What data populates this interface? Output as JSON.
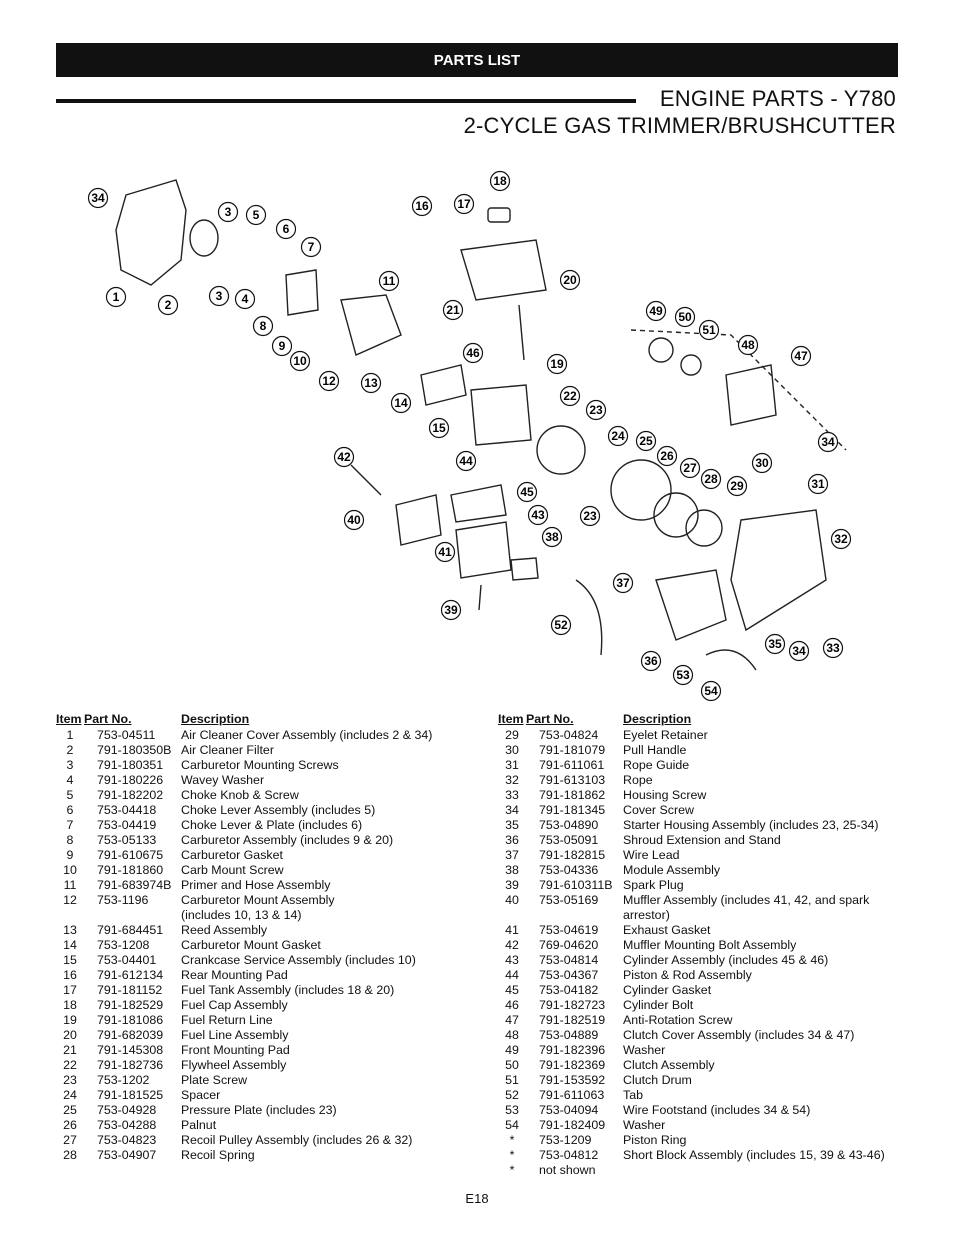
{
  "header": {
    "banner": "PARTS LIST",
    "title_line1": "ENGINE PARTS - Y780",
    "title_line2": "2-CYCLE GAS TRIMMER/BRUSHCUTTER"
  },
  "diagram": {
    "callouts": [
      "34",
      "1",
      "2",
      "3",
      "5",
      "3",
      "4",
      "6",
      "7",
      "8",
      "9",
      "10",
      "11",
      "12",
      "13",
      "14",
      "15",
      "16",
      "17",
      "18",
      "20",
      "21",
      "46",
      "19",
      "22",
      "23",
      "24",
      "44",
      "42",
      "40",
      "41",
      "45",
      "43",
      "39",
      "38",
      "52",
      "37",
      "25",
      "26",
      "27",
      "28",
      "29",
      "30",
      "31",
      "32",
      "33",
      "34",
      "35",
      "36",
      "53",
      "54",
      "49",
      "50",
      "51",
      "48",
      "47",
      "34",
      "23"
    ]
  },
  "table_headers": {
    "item": "Item",
    "part": "Part No.",
    "description": "Description"
  },
  "left_parts": [
    {
      "item": "1",
      "part": "753-04511",
      "desc": "Air Cleaner Cover Assembly (includes 2 & 34)"
    },
    {
      "item": "2",
      "part": "791-180350B",
      "desc": "Air Cleaner Filter"
    },
    {
      "item": "3",
      "part": "791-180351",
      "desc": "Carburetor Mounting Screws"
    },
    {
      "item": "4",
      "part": "791-180226",
      "desc": "Wavey Washer"
    },
    {
      "item": "5",
      "part": "791-182202",
      "desc": "Choke Knob & Screw"
    },
    {
      "item": "6",
      "part": "753-04418",
      "desc": "Choke Lever Assembly (includes 5)"
    },
    {
      "item": "7",
      "part": "753-04419",
      "desc": "Choke Lever & Plate (includes 6)"
    },
    {
      "item": "8",
      "part": "753-05133",
      "desc": "Carburetor Assembly (includes 9 & 20)"
    },
    {
      "item": "9",
      "part": "791-610675",
      "desc": "Carburetor Gasket"
    },
    {
      "item": "10",
      "part": "791-181860",
      "desc": "Carb Mount Screw"
    },
    {
      "item": "11",
      "part": "791-683974B",
      "desc": "Primer and Hose Assembly"
    },
    {
      "item": "12",
      "part": "753-1196",
      "desc": "Carburetor Mount Assembly"
    },
    {
      "item": "",
      "part": "",
      "desc": "(includes 10, 13 & 14)"
    },
    {
      "item": "13",
      "part": "791-684451",
      "desc": "Reed Assembly"
    },
    {
      "item": "14",
      "part": "753-1208",
      "desc": "Carburetor Mount Gasket"
    },
    {
      "item": "15",
      "part": "753-04401",
      "desc": "Crankcase Service Assembly (includes 10)"
    },
    {
      "item": "16",
      "part": "791-612134",
      "desc": "Rear Mounting Pad"
    },
    {
      "item": "17",
      "part": "791-181152",
      "desc": "Fuel Tank Assembly (includes 18 & 20)"
    },
    {
      "item": "18",
      "part": "791-182529",
      "desc": "Fuel Cap Assembly"
    },
    {
      "item": "19",
      "part": "791-181086",
      "desc": "Fuel Return Line"
    },
    {
      "item": "20",
      "part": "791-682039",
      "desc": "Fuel Line Assembly"
    },
    {
      "item": "21",
      "part": "791-145308",
      "desc": "Front Mounting Pad"
    },
    {
      "item": "22",
      "part": "791-182736",
      "desc": "Flywheel Assembly"
    },
    {
      "item": "23",
      "part": "753-1202",
      "desc": "Plate Screw"
    },
    {
      "item": "24",
      "part": "791-181525",
      "desc": "Spacer"
    },
    {
      "item": "25",
      "part": "753-04928",
      "desc": "Pressure Plate (includes 23)"
    },
    {
      "item": "26",
      "part": "753-04288",
      "desc": "Palnut"
    },
    {
      "item": "27",
      "part": "753-04823",
      "desc": "Recoil Pulley Assembly (includes 26 & 32)"
    },
    {
      "item": "28",
      "part": "753-04907",
      "desc": "Recoil Spring"
    }
  ],
  "right_parts": [
    {
      "item": "29",
      "part": "753-04824",
      "desc": "Eyelet Retainer"
    },
    {
      "item": "30",
      "part": "791-181079",
      "desc": "Pull Handle"
    },
    {
      "item": "31",
      "part": "791-611061",
      "desc": "Rope Guide"
    },
    {
      "item": "32",
      "part": "791-613103",
      "desc": "Rope"
    },
    {
      "item": "33",
      "part": "791-181862",
      "desc": "Housing Screw"
    },
    {
      "item": "34",
      "part": "791-181345",
      "desc": "Cover Screw"
    },
    {
      "item": "35",
      "part": "753-04890",
      "desc": "Starter Housing Assembly (includes 23, 25-34)"
    },
    {
      "item": "36",
      "part": "753-05091",
      "desc": "Shroud Extension and Stand"
    },
    {
      "item": "37",
      "part": "791-182815",
      "desc": "Wire Lead"
    },
    {
      "item": "38",
      "part": "753-04336",
      "desc": "Module Assembly"
    },
    {
      "item": "39",
      "part": "791-610311B",
      "desc": "Spark Plug"
    },
    {
      "item": "40",
      "part": "753-05169",
      "desc": "Muffler Assembly (includes 41, 42, and spark"
    },
    {
      "item": "",
      "part": "",
      "desc": "arrestor)"
    },
    {
      "item": "41",
      "part": "753-04619",
      "desc": "Exhaust Gasket"
    },
    {
      "item": "42",
      "part": "769-04620",
      "desc": "Muffler Mounting Bolt Assembly"
    },
    {
      "item": "43",
      "part": "753-04814",
      "desc": "Cylinder Assembly (includes 45 & 46)"
    },
    {
      "item": "44",
      "part": "753-04367",
      "desc": "Piston & Rod Assembly"
    },
    {
      "item": "45",
      "part": "753-04182",
      "desc": "Cylinder Gasket"
    },
    {
      "item": "46",
      "part": "791-182723",
      "desc": "Cylinder Bolt"
    },
    {
      "item": "47",
      "part": "791-182519",
      "desc": "Anti-Rotation Screw"
    },
    {
      "item": "48",
      "part": "753-04889",
      "desc": "Clutch Cover Assembly (includes 34 & 47)"
    },
    {
      "item": "49",
      "part": "791-182396",
      "desc": "Washer"
    },
    {
      "item": "50",
      "part": "791-182369",
      "desc": "Clutch Assembly"
    },
    {
      "item": "51",
      "part": "791-153592",
      "desc": "Clutch Drum"
    },
    {
      "item": "52",
      "part": "791-611063",
      "desc": "Tab"
    },
    {
      "item": "53",
      "part": "753-04094",
      "desc": "Wire Footstand (includes 34 & 54)"
    },
    {
      "item": "54",
      "part": "791-182409",
      "desc": "Washer"
    },
    {
      "item": "*",
      "part": "753-1209",
      "desc": "Piston Ring"
    },
    {
      "item": "*",
      "part": "753-04812",
      "desc": "Short Block Assembly (includes 15, 39 & 43-46)"
    },
    {
      "item": "*",
      "part": "not shown",
      "desc": ""
    }
  ],
  "footer": {
    "page": "E18"
  }
}
